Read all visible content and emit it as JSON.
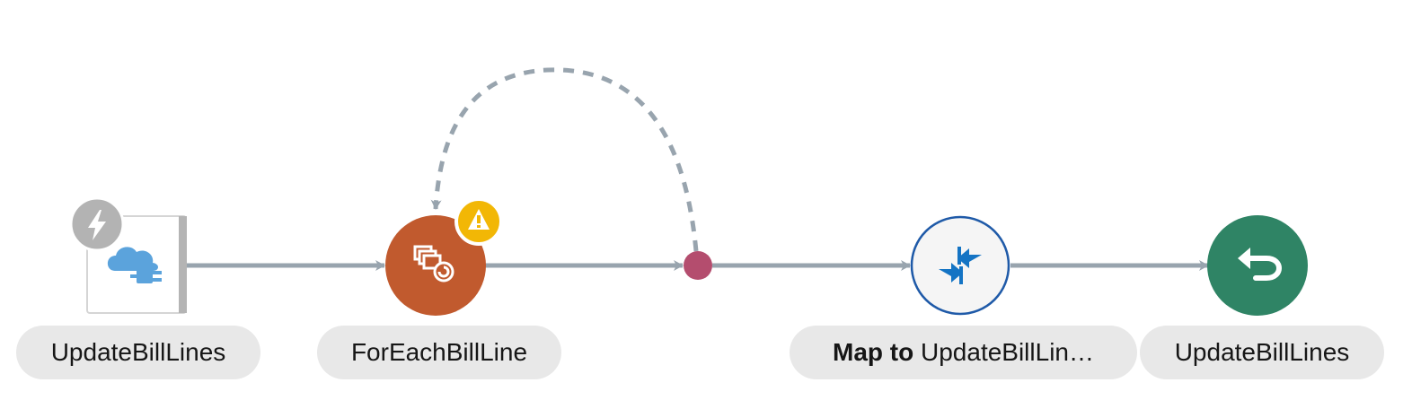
{
  "nodes": [
    {
      "id": "trigger",
      "label": "UpdateBillLines",
      "icon": "cloud-adapter-icon",
      "badge_icon": "lightning-icon",
      "color": "#5ba3dc"
    },
    {
      "id": "for_each",
      "label": "ForEachBillLine",
      "icon": "for-each-icon",
      "badge_icon": "warning-icon",
      "color": "#c15a2e",
      "badge_color": "#f2b705"
    },
    {
      "id": "loop_end",
      "icon": "loop-end-dot-icon",
      "color": "#b44d6e"
    },
    {
      "id": "map",
      "label_bold": "Map to",
      "label_rest": "UpdateBillLin…",
      "icon": "map-arrows-icon",
      "color": "#1474c4"
    },
    {
      "id": "return",
      "label": "UpdateBillLines",
      "icon": "return-icon",
      "color": "#2f8465"
    }
  ],
  "connector_color": "#98a4ae"
}
